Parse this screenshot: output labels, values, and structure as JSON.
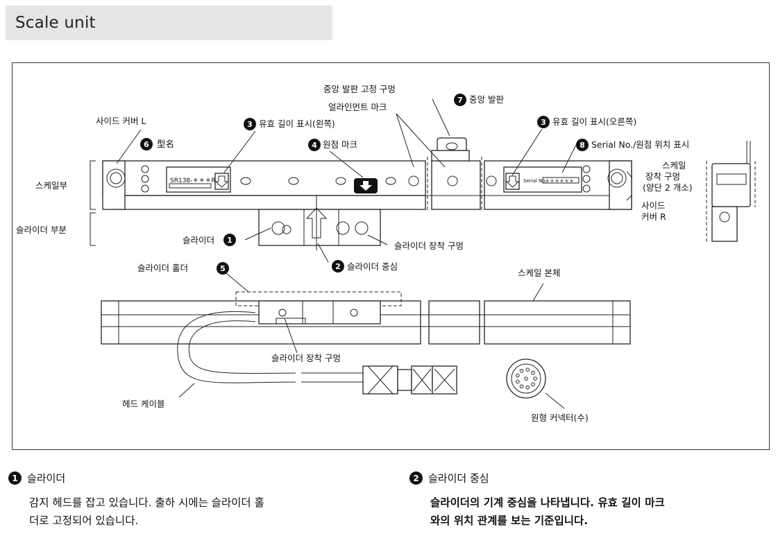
{
  "page": {
    "title": "Scale unit"
  },
  "labels": {
    "side_cover_l": "사이드 커버 L",
    "center_hole": "중앙 발판 고정 구멍",
    "alignment_mark": "얼라인먼트 마크",
    "center_foot": "중앙 발판",
    "eff_len_left": "유효 길이 표시(왼쪽)",
    "eff_len_right": "유효 길이 표시(오른쪽)",
    "type_name": "型名",
    "origin_mark": "원점 마크",
    "serial_origin": "Serial No./원점 위치 표시",
    "scale_part": "스케일부",
    "slider_part": "슬라이더 부분",
    "scale_mount_hole_1": "스케일",
    "scale_mount_hole_2": "장착 구멍",
    "scale_mount_hole_3": "(양단 2 개소)",
    "side_cover_r_1": "사이드",
    "side_cover_r_2": "커버 R",
    "slider": "슬라이더",
    "slider_mount_hole": "슬라이더 장착 구멍",
    "slider_center": "슬라이더 중심",
    "slider_holder": "슬라이더 홀더",
    "scale_body": "스케일 본체",
    "slider_mount_hole_2": "슬라이더 장착 구멍",
    "head_cable": "헤드 케이블",
    "round_connector": "원형 커넥터(수)",
    "model_plate": "SR138-＊＊＊R",
    "serial_plate": "Serial No.",
    "serial_stars": "＊＊＊＊＊＊"
  },
  "numbers": {
    "n1": "1",
    "n2": "2",
    "n3": "3",
    "n4": "4",
    "n5": "5",
    "n6": "6",
    "n7": "7",
    "n8": "8"
  },
  "descriptions": [
    {
      "num": "1",
      "title": "슬라이더",
      "body": "감지 헤드를 잡고 있습니다. 출하 시에는 슬라이더 홀\n더로 고정되어 있습니다."
    },
    {
      "num": "2",
      "title": "슬라이더 중심",
      "body": "슬라이더의 기계 중심을 나타냅니다. 유효 길이 마크\n와의 위치 관계를 보는 기준입니다."
    }
  ]
}
